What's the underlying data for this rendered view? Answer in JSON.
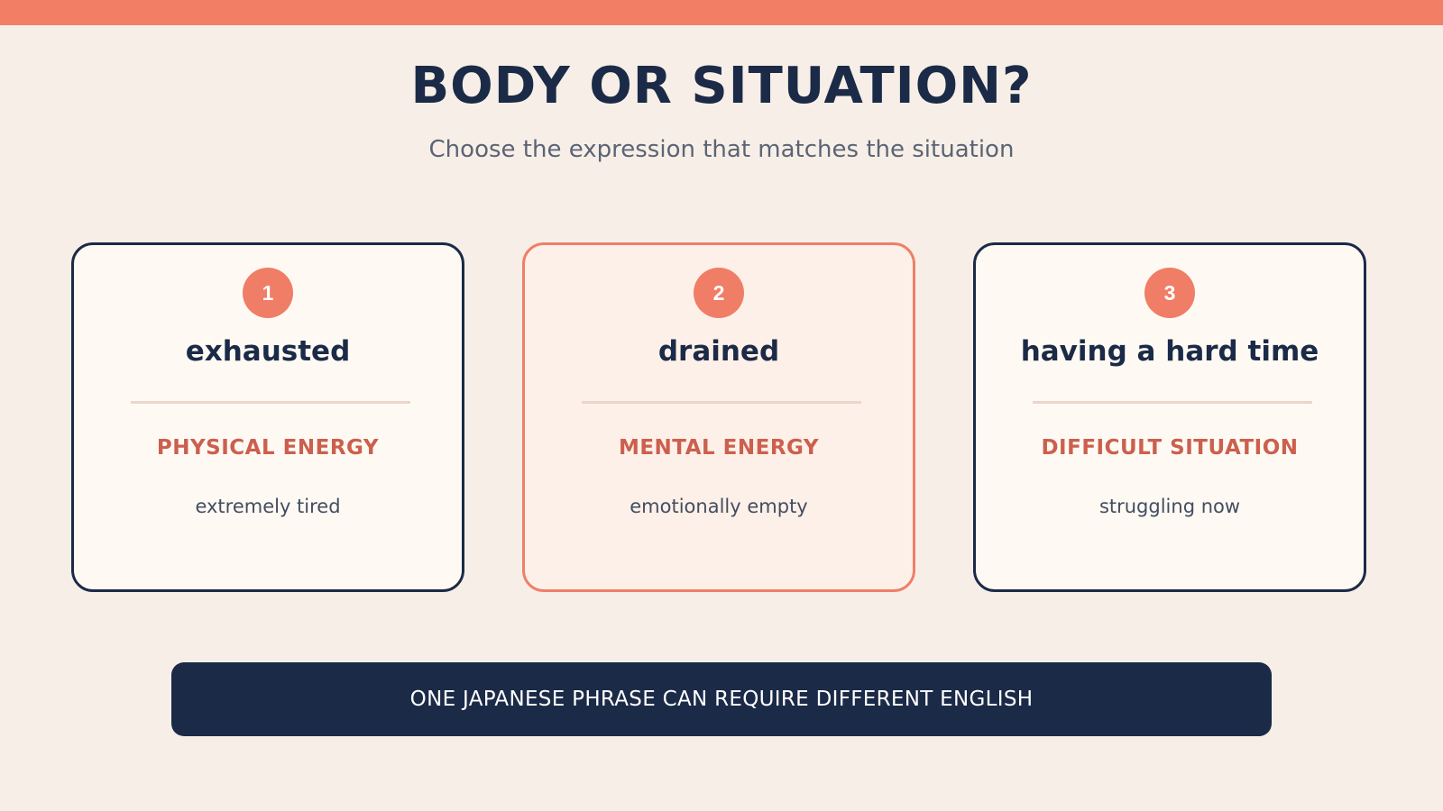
{
  "colors": {
    "accent": "#f27e66",
    "navy": "#1b2a47",
    "background": "#f7efe7",
    "card_background": "#fefaf3",
    "highlight_background": "#fdf0e8",
    "category_text": "#cc5f4e"
  },
  "header": {
    "title": "BODY OR SITUATION?",
    "subtitle": "Choose the expression that matches the situation"
  },
  "cards": [
    {
      "number": "1",
      "word": "exhausted",
      "category": "PHYSICAL ENERGY",
      "meaning": "extremely tired",
      "highlighted": false
    },
    {
      "number": "2",
      "word": "drained",
      "category": "MENTAL ENERGY",
      "meaning": "emotionally empty",
      "highlighted": true
    },
    {
      "number": "3",
      "word": "having a hard time",
      "category": "DIFFICULT SITUATION",
      "meaning": "struggling now",
      "highlighted": false
    }
  ],
  "footer": {
    "banner_text": "ONE JAPANESE PHRASE CAN REQUIRE DIFFERENT ENGLISH"
  }
}
